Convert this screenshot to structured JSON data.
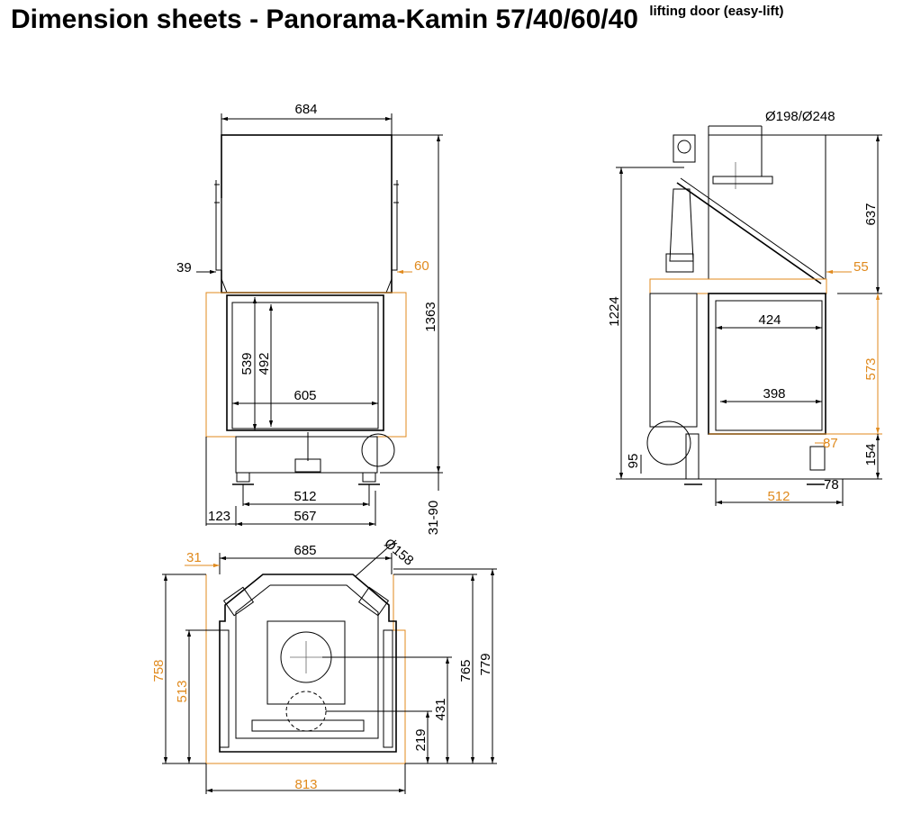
{
  "title": {
    "main": "Dimension sheets - Panorama-Kamin 57/40/60/40",
    "sub": "lifting door (easy-lift)"
  },
  "colors": {
    "line": "#000000",
    "accent_orange": "#e08a1e",
    "background": "#ffffff"
  },
  "front_view": {
    "dims": {
      "width_top": "684",
      "left_offset": "39",
      "right_offset": "60",
      "total_height": "1363",
      "opening_height_outer": "539",
      "opening_height_inner": "492",
      "opening_width": "605",
      "feet_inner": "512",
      "feet_outer": "567",
      "left_overhang": "123",
      "foot_adjust": "31-90"
    }
  },
  "side_view": {
    "dims": {
      "flue_diameter": "Ø198/Ø248",
      "upper_height": "637",
      "top_offset": "55",
      "total_height": "1224",
      "glass_width_top": "424",
      "glass_width_bottom": "398",
      "glass_height": "573",
      "base_offset": "87",
      "base_height": "154",
      "air_inlet": "95",
      "foot_depth": "78",
      "depth": "512"
    }
  },
  "plan_view": {
    "dims": {
      "left_offset": "31",
      "width_top": "685",
      "air_diameter": "Ø158",
      "depth_left": "758",
      "depth_left_inner": "513",
      "depth_mid": "765",
      "depth_total": "779",
      "flue_center": "431",
      "air_center": "219",
      "width_total": "813"
    }
  }
}
